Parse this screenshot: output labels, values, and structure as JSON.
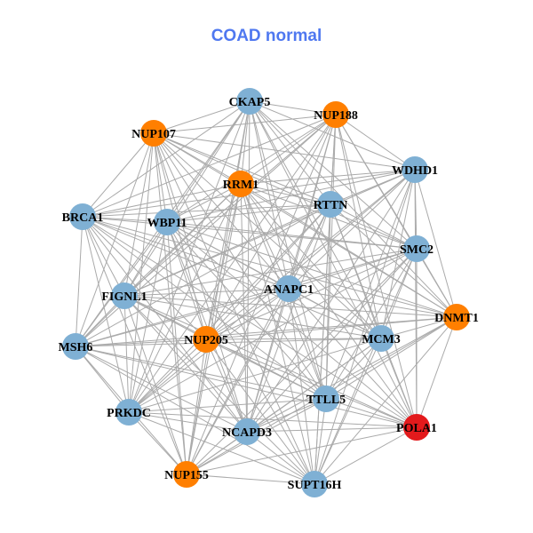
{
  "title": "COAD normal",
  "colors": {
    "title": "#4f78f0",
    "edge": "#aaaaaa",
    "blue": "#7fb0d4",
    "orange": "#ff7f00",
    "red": "#e31a1c"
  },
  "nodes": [
    {
      "id": "CKAP5",
      "group": "blue"
    },
    {
      "id": "NUP188",
      "group": "orange"
    },
    {
      "id": "NUP107",
      "group": "orange"
    },
    {
      "id": "WDHD1",
      "group": "blue"
    },
    {
      "id": "RRM1",
      "group": "orange"
    },
    {
      "id": "RTTN",
      "group": "blue"
    },
    {
      "id": "BRCA1",
      "group": "blue"
    },
    {
      "id": "WBP11",
      "group": "blue"
    },
    {
      "id": "SMC2",
      "group": "blue"
    },
    {
      "id": "ANAPC1",
      "group": "blue"
    },
    {
      "id": "FIGNL1",
      "group": "blue"
    },
    {
      "id": "DNMT1",
      "group": "orange"
    },
    {
      "id": "MSH6",
      "group": "blue"
    },
    {
      "id": "NUP205",
      "group": "orange"
    },
    {
      "id": "MCM3",
      "group": "blue"
    },
    {
      "id": "TTLL5",
      "group": "blue"
    },
    {
      "id": "PRKDC",
      "group": "blue"
    },
    {
      "id": "POLA1",
      "group": "red"
    },
    {
      "id": "NCAPD3",
      "group": "blue"
    },
    {
      "id": "NUP155",
      "group": "orange"
    },
    {
      "id": "SUPT16H",
      "group": "blue"
    }
  ],
  "edges": "all-pairs",
  "missing_edges": [
    [
      "BRCA1",
      "SUPT16H"
    ],
    [
      "MSH6",
      "WDHD1"
    ],
    [
      "NUP107",
      "POLA1"
    ],
    [
      "PRKDC",
      "DNMT1"
    ],
    [
      "NUP155",
      "WDHD1"
    ],
    [
      "CKAP5",
      "SUPT16H"
    ]
  ]
}
